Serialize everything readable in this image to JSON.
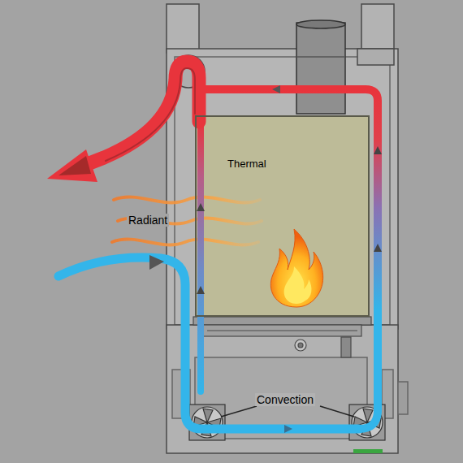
{
  "diagram": {
    "nodes": [
      {
        "text": [
          "Thermal"
        ]
      }
    ],
    "labels": [
      "Radiant",
      "Convection"
    ]
  }
}
